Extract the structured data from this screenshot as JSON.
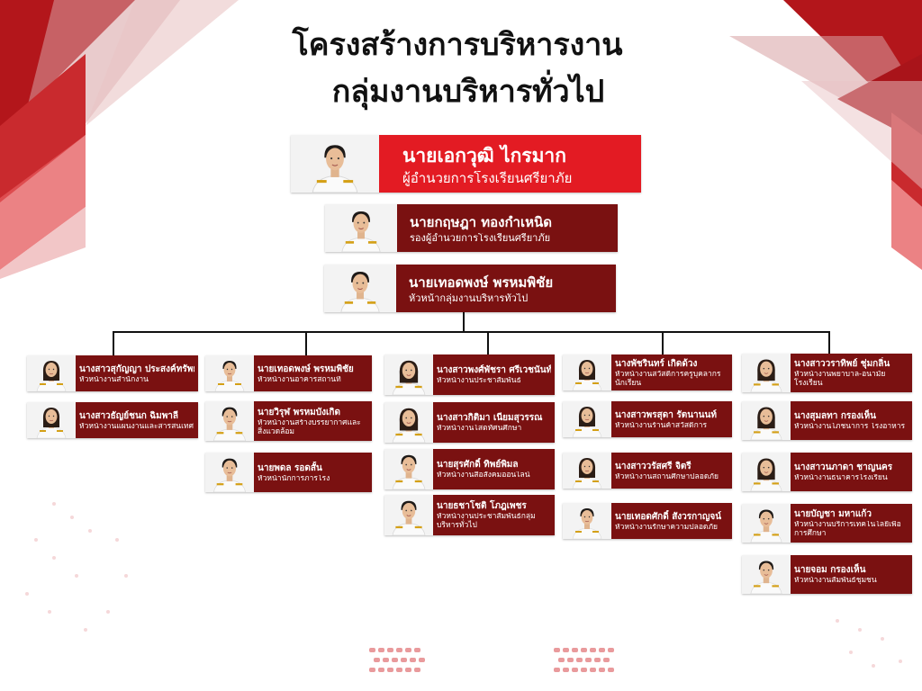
{
  "colors": {
    "director_bg": "#e31b23",
    "card_bg": "#7a1111",
    "text": "#ffffff",
    "title": "#111111",
    "line": "#111111",
    "accent": "#c21a1f"
  },
  "title": {
    "line1": "โครงสร้างการบริหารงาน",
    "line2": "กลุ่มงานบริหารทั่วไป"
  },
  "director": {
    "name": "นายเอกวุฒิ  ไกรมาก",
    "position": "ผู้อำนวยการโรงเรียนศรียาภัย"
  },
  "deputy": {
    "name": "นายกฤษฎา  ทองกำเหนิด",
    "position": "รองผู้อำนวยการโรงเรียนศรียาภัย"
  },
  "head": {
    "name": "นายเทอดพงษ์  พรหมพิชัย",
    "position": "หัวหน้ากลุ่มงานบริหารทั่วไป"
  },
  "columns": [
    {
      "members": [
        {
          "name": "นางสาวสุกัญญา  ประสงค์ทรัพย์",
          "position": "หัวหน้างานสำนักงาน",
          "gender": "f"
        },
        {
          "name": "นางสาวธัญย์ชนก  ฉิมพาลี",
          "position": "หัวหน้างานแผนงานและสารสนเทศ",
          "gender": "f"
        }
      ]
    },
    {
      "members": [
        {
          "name": "นายเทอดพงษ์  พรหมพิชัย",
          "position": "หัวหน้างานอาคารสถานที่",
          "gender": "m"
        },
        {
          "name": "นายวิรุฬ  พรหมบังเกิด",
          "position": "หัวหน้างานสร้างบรรยากาศและสิ่งแวดล้อม",
          "gender": "m"
        },
        {
          "name": "นายพดล  รอดสั้น",
          "position": "หัวหน้านักการภารโรง",
          "gender": "m"
        }
      ]
    },
    {
      "members": [
        {
          "name": "นางสาวพงศ์พัชรา  ศรีเวชนันท์",
          "position": "หัวหน้างานประชาสัมพันธ์",
          "gender": "f"
        },
        {
          "name": "นางสาวกิติมา  เนียมสุวรรณ",
          "position": "หัวหน้างานโสตทัศนศึกษา",
          "gender": "f"
        },
        {
          "name": "นายสุรศักดิ์  ทิพย์พิมล",
          "position": "หัวหน้างานสื่อสังคมออนไลน์",
          "gender": "m"
        },
        {
          "name": "นายธชาโชติ  โภฎเพชร",
          "position": "หัวหน้างานประชาสัมพันธ์กลุ่มบริหารทั่วไป",
          "gender": "m"
        }
      ]
    },
    {
      "members": [
        {
          "name": "นางพัชรินทร์  เกิดด้วง",
          "position": "หัวหน้างานสวัสดิการครูบุคลากร นักเรียน",
          "gender": "f"
        },
        {
          "name": "นางสาวพรสุดา  รัตนานนท์",
          "position": "หัวหน้างานร้านค้าสวัสดิการ",
          "gender": "f"
        },
        {
          "name": "นางสาววรัสศรี  จิตรี",
          "position": "หัวหน้างานสถานศึกษาปลอดภัย",
          "gender": "f"
        },
        {
          "name": "นายเทอดศักดิ์  สังวรกาญจน์",
          "position": "หัวหน้างานรักษาความปลอดภัย",
          "gender": "m"
        }
      ]
    },
    {
      "members": [
        {
          "name": "นางสาววราทิพย์  ชุ่มกลิ่น",
          "position": "หัวหน้างานพยาบาล-อนามัยโรงเรียน",
          "gender": "f"
        },
        {
          "name": "นางสุมลทา  กรองเห็น",
          "position": "หัวหน้างานโภชนาการ โรงอาหาร",
          "gender": "f"
        },
        {
          "name": "นางสาวนภาดา  ชาญนคร",
          "position": "หัวหน้างานธนาคารโรงเรียน",
          "gender": "f"
        },
        {
          "name": "นายบัญชา  มหาแก้ว",
          "position": "หัวหน้างานบริการเทคโนโลยีเพื่อการศึกษา",
          "gender": "m"
        },
        {
          "name": "นายจอม  กรองเห็น",
          "position": "หัวหน้างานสัมพันธ์ชุมชน",
          "gender": "m"
        }
      ]
    }
  ]
}
